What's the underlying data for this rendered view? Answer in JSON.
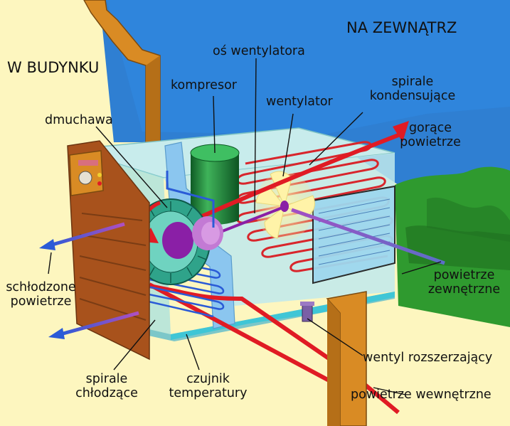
{
  "title": {
    "inside": "W BUDYNKU",
    "outside": "NA ZEWNĄTRZ"
  },
  "labels": {
    "fan_axis": "oś wentylatora",
    "compressor": "kompresor",
    "fan": "wentylator",
    "condenser_coils": [
      "spirale",
      "kondensujące"
    ],
    "blower": "dmuchawa",
    "hot_air": [
      "gorące",
      "powietrze"
    ],
    "cooled_air": [
      "schłodzone",
      "powietrze"
    ],
    "outside_air": [
      "powietrze",
      "zewnętrzne"
    ],
    "expansion_valve": "wentyl rozszerzający",
    "cooling_coils": [
      "spirale",
      "chłodzące"
    ],
    "temperature_sensor": [
      "czujnik",
      "temperatury"
    ],
    "inside_air": "powietrze wewnętrzne"
  },
  "colors": {
    "inside": "#fdf6bf",
    "outside_sky": "#2f7fd2",
    "wall": "#d98b24",
    "refrigerant_hot": "#e01b24",
    "refrigerant_cold": "#2a5bd7",
    "compressor": "#1a8a3a",
    "blower": "#2fa38a",
    "motor": "#8a1fa6",
    "vegetation": "#2f9a2f"
  }
}
